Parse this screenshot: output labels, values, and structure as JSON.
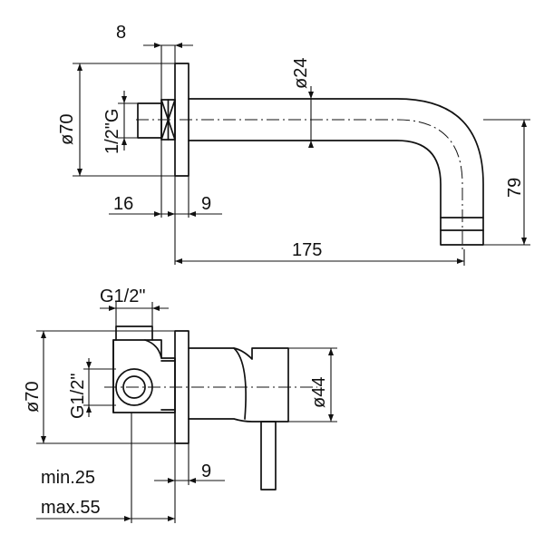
{
  "top_view": {
    "dims": {
      "flange_thickness": "8",
      "spout_diameter": "ø24",
      "flange_diameter": "ø70",
      "thread": "1/2\"G",
      "drop_height": "79",
      "body_depth": "16",
      "wall_offset": "9",
      "spout_length": "175"
    }
  },
  "bottom_view": {
    "dims": {
      "inlet_top": "G1/2\"",
      "flange_diameter": "ø70",
      "inlet_side": "G1/2\"",
      "handle_diameter": "ø44",
      "wall_offset": "9",
      "depth_min": "min.25",
      "depth_max": "max.55"
    }
  }
}
